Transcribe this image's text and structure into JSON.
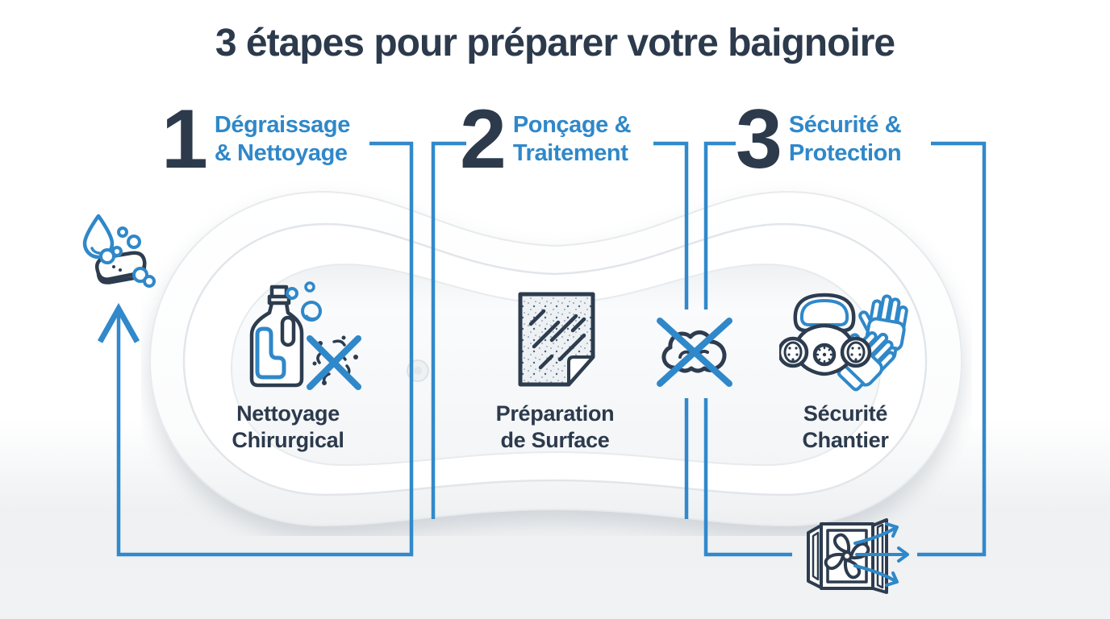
{
  "title": "3 étapes pour préparer votre baignoire",
  "colors": {
    "navy": "#2c3a4c",
    "accent_blue": "#2f88c9",
    "line_blue": "#3189cb"
  },
  "steps": [
    {
      "number": "1",
      "label_line1": "Dégraissage",
      "label_line2": "& Nettoyage",
      "item_line1": "Nettoyage",
      "item_line2": "Chirurgical",
      "icon": "detergent-bottle-no-bacteria-icon"
    },
    {
      "number": "2",
      "label_line1": "Ponçage &",
      "label_line2": "Traitement",
      "item_line1": "Préparation",
      "item_line2": "de Surface",
      "icon": "sandpaper-sheet-icon"
    },
    {
      "number": "3",
      "label_line1": "Sécurité &",
      "label_line2": "Protection",
      "item_line1": "Sécurité",
      "item_line2": "Chantier",
      "icon": "respirator-mask-gloves-icon"
    }
  ],
  "decorative_icons": [
    "water-drop-sponge-icon",
    "up-arrow-icon",
    "no-dust-cloud-icon",
    "open-window-fan-ventilation-icon"
  ]
}
